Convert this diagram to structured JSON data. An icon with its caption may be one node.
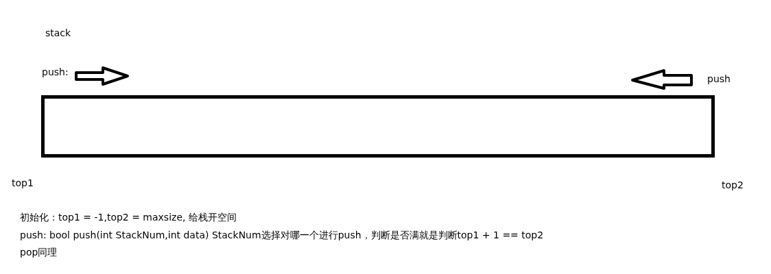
{
  "diagram": {
    "nodes": [
      {
        "text": [],
        "shape": "box"
      }
    ],
    "labels": [
      "stack",
      "push:",
      "push",
      "top1",
      "top2",
      "初始化：top1 = -1,top2 = maxsize, 给栈开空间",
      "push:   bool push(int StackNum,int data) StackNum选择对哪一个进行push，判断是否满就是判断top1 + 1 == top2",
      "pop同理"
    ]
  }
}
